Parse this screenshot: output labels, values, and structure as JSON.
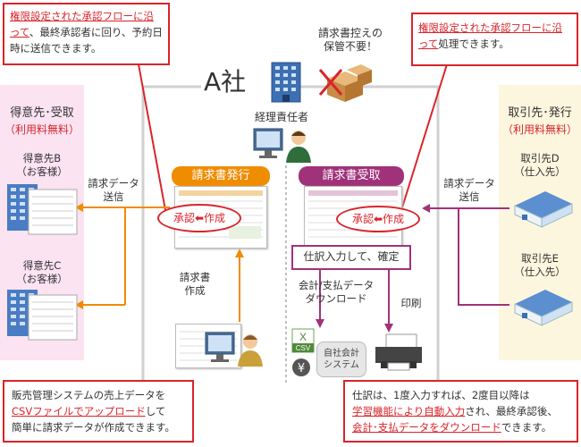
{
  "callout_left": {
    "red": "権限設定された承認フローに沿って",
    "rest": "、最終承認者に回り、予約日時に送信できます。"
  },
  "callout_right": {
    "red": "権限設定された承認フローに沿って",
    "rest": "処理できます。"
  },
  "callout_bottom_left": {
    "line1": "販売管理システムの売上データを",
    "red": "CSVファイルでアップロード",
    "line2b": "して",
    "line3": "簡単に請求データが作成できます。"
  },
  "callout_bottom_right": {
    "line1": "仕訳は、1度入力すれば、2度目以降は",
    "red1": "学習機能により自動入力",
    "line2b": "され、最終承認後、",
    "red2": "会計･支払データをダウンロード",
    "line3b": "できます。"
  },
  "company": {
    "name": "A社"
  },
  "no_storage": {
    "line1": "請求書控えの",
    "line2": "保管不要！"
  },
  "accountant": {
    "label": "経理責任者"
  },
  "left_panel": {
    "title": "得意先･受取",
    "free": "（利用料無料）",
    "clients": [
      {
        "name": "得意先B",
        "sub": "（お客様）"
      },
      {
        "name": "得意先C",
        "sub": "（お客様）"
      }
    ]
  },
  "right_panel": {
    "title": "取引先･発行",
    "free": "（利用料無料）",
    "suppliers": [
      {
        "name": "取引先D",
        "sub": "（仕入先）"
      },
      {
        "name": "取引先E",
        "sub": "（仕入先）"
      }
    ]
  },
  "issue": {
    "header": "請求書発行",
    "approve": "承認",
    "create": "作成"
  },
  "receive": {
    "header": "請求書受取",
    "approve": "承認",
    "create": "作成"
  },
  "send_left": {
    "line1": "請求データ",
    "line2": "送信"
  },
  "send_right": {
    "line1": "請求データ",
    "line2": "送信"
  },
  "invoice_create": {
    "line1": "請求書",
    "line2": "作成"
  },
  "journal": {
    "label": "仕訳入力して、確定"
  },
  "download": {
    "line1": "会計/支払データ",
    "line2": "ダウンロード"
  },
  "print": {
    "label": "印刷"
  },
  "own_system": {
    "line1": "自社会計",
    "line2": "システム"
  },
  "csv": {
    "label": "CSV"
  },
  "colors": {
    "red": "#d9242b",
    "orange": "#f08c00",
    "magenta": "#a0327a",
    "green": "#6aa84f"
  }
}
